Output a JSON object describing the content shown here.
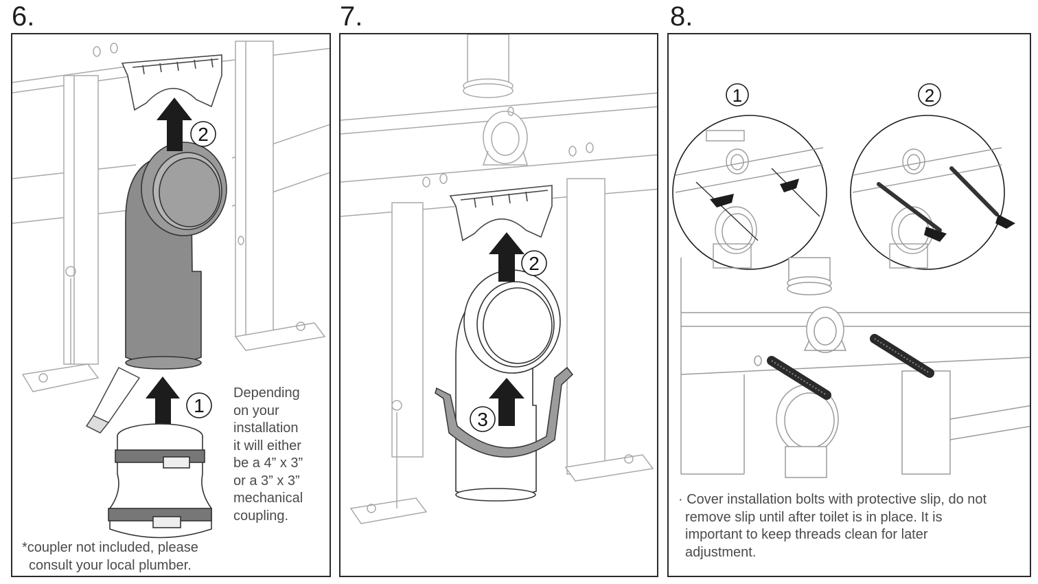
{
  "steps": [
    {
      "number": "6.",
      "callouts": [
        "1",
        "2"
      ],
      "note": [
        "Depending",
        "on your",
        "installation",
        "it will either",
        "be a 4” x 3”",
        "or a 3” x 3”",
        "mechanical",
        "coupling."
      ],
      "footnote": [
        "*coupler not included, please",
        "consult your local plumber."
      ]
    },
    {
      "number": "7.",
      "callouts": [
        "2",
        "3"
      ]
    },
    {
      "number": "8.",
      "callouts": [
        "1",
        "2"
      ],
      "note": [
        "· Cover installation bolts with protective slip, do not",
        "remove slip until after toilet is in place. It is",
        "important to keep threads clean for later",
        "adjustment."
      ]
    }
  ],
  "colors": {
    "line": "#9a9a9a",
    "frame": "#2a2a2a",
    "pipe_dark": "#8a8a8a",
    "arrow": "#1c1c1c",
    "bracket": "#9c9c9c"
  }
}
